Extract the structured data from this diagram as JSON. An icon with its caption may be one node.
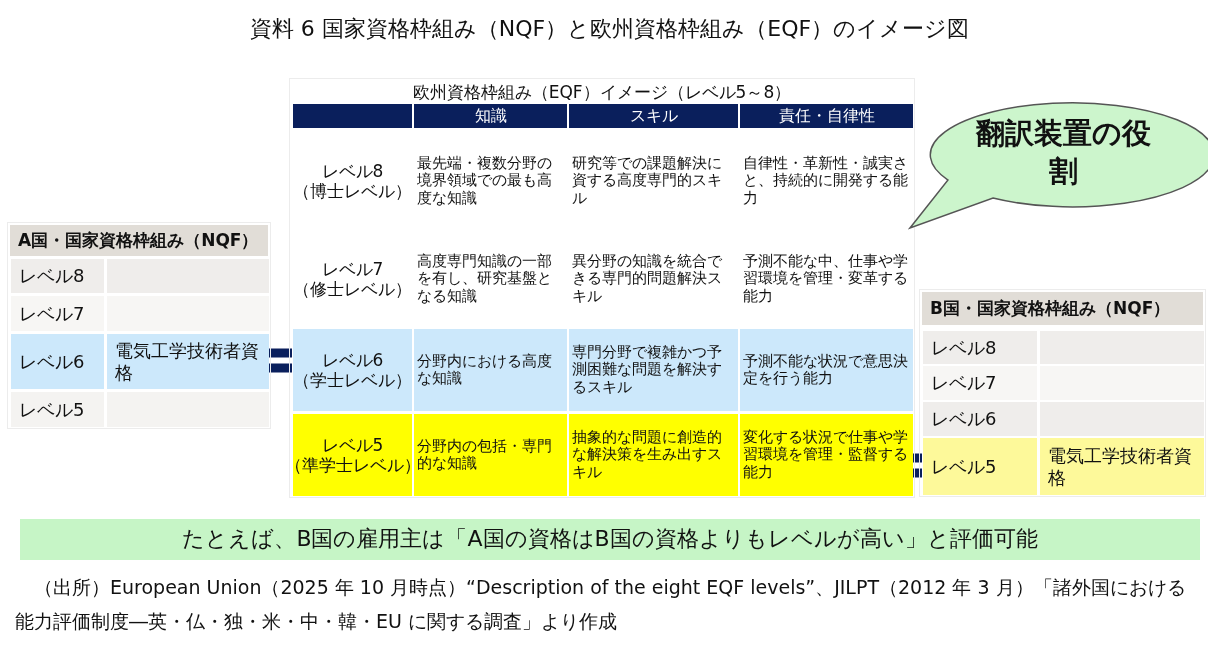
{
  "diagram": {
    "title": "資料 6 国家資格枠組み（NQF）と欧州資格枠組み（EQF）のイメージ図",
    "caption": "（出所）European Union（2025 年 10 月時点）“Description of the eight EQF levels”、JILPT（2012 年 3 月）「諸外国における能力評価制度―英・仏・独・米・中・韓・EU に関する調査」より作成",
    "nodes": [
      {
        "text": [
          "A国・国家資格枠組み（NQF）"
        ]
      },
      {
        "text": [
          "レベル8"
        ],
        "in": 0
      },
      {
        "text": [
          "レベル7"
        ],
        "in": 0
      },
      {
        "text": [
          "レベル6",
          "電気工学技術者資格"
        ],
        "in": 0
      },
      {
        "text": [
          "レベル5"
        ],
        "in": 0
      },
      {
        "text": [
          "欧州資格枠組み（EQF）イメージ（レベル5～8）",
          "知識",
          "スキル",
          "責任・自律性"
        ]
      },
      {
        "text": [
          "レベル8 （博士レベル）",
          "最先端・複数分野の境界領域での最も高度な知識",
          "研究等での課題解決に資する高度専門的スキル",
          "自律性・革新性・誠実さと、持続的に開発する能力"
        ],
        "in": 5
      },
      {
        "text": [
          "レベル7 （修士レベル）",
          "高度専門知識の一部を有し、研究基盤となる知識",
          "異分野の知識を統合できる専門的問題解決スキル",
          "予測不能な中、仕事や学習環境を管理・変革する能力"
        ],
        "in": 5
      },
      {
        "text": [
          "レベル6 （学士レベル）",
          "分野内における高度な知識",
          "専門分野で複雑かつ予測困難な問題を解決するスキル",
          "予測不能な状況で意思決定を行う能力"
        ],
        "in": 5
      },
      {
        "text": [
          "レベル5 （準学士レベル）",
          "分野内の包括・専門的な知識",
          "抽象的な問題に創造的な解決策を生み出すスキル",
          "変化する状況で仕事や学習環境を管理・監督する能力"
        ],
        "in": 5
      },
      {
        "text": [
          "B国・国家資格枠組み（NQF）"
        ]
      },
      {
        "text": [
          "レベル8"
        ],
        "in": 10
      },
      {
        "text": [
          "レベル7"
        ],
        "in": 10
      },
      {
        "text": [
          "レベル6"
        ],
        "in": 10
      },
      {
        "text": [
          "レベル5",
          "電気工学技術者資格"
        ],
        "in": 10
      },
      {
        "text": [
          "翻訳装置の役割"
        ]
      },
      {
        "text": [
          "たとえば、B国の雇用主は「A国の資格はB国の資格よりもレベルが高い」と評価可能"
        ]
      }
    ],
    "edges": [
      {
        "from": 3,
        "to": 8,
        "arrow": "none"
      },
      {
        "from": 14,
        "to": 9,
        "arrow": "none"
      }
    ]
  }
}
